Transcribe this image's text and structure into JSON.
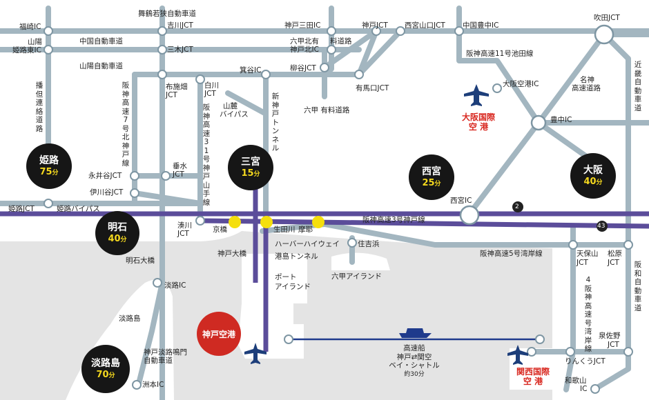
{
  "colors": {
    "road": "#a3b6c0",
    "expressway": "#5b4d9a",
    "sea": "#e4e4e4",
    "ferry": "#1e3a8c",
    "airport_red": "#d8261e",
    "city_bg": "#161616",
    "city_time": "#f4d81e",
    "kobe_airport_bg": "#cf2a22",
    "station_yellow": "#f5df0d"
  },
  "icons": [
    "airplane-icon",
    "ship-icon",
    "route-shield-icon"
  ],
  "labels": {
    "fukusaki_ic": "福崎IC",
    "maizuru_road": "舞鶴若狭自動車道",
    "yokawa_jct": "吉川JCT",
    "sanda_ic": "神戸三田IC",
    "kobe_jct": "神戸JCT",
    "nishinomiya_yamaguchi_jct": "西宮山口JCT",
    "chugoku_toyonaka_ic": "中国豊中IC",
    "suita_jct": "吹田JCT",
    "sanyo_himeji_east_a": "山陽",
    "sanyo_himeji_east_b": "姫路東IC",
    "chugoku_expwy": "中国自動車道",
    "rokko_north_a": "六甲北有",
    "rokko_north_b": "神戸北IC",
    "toll_road": "料道路",
    "miki_jct": "三木JCT",
    "sanyo_expwy": "山陽自動車道",
    "hanshin_11": "阪神高速11号池田線",
    "minoya_ic": "箕谷IC",
    "yanagitani_jct": "柳谷JCT",
    "arimaguchi_jct": "有馬口JCT",
    "osaka_airport_ic": "大阪空港IC",
    "nunobiki_a": "布施畑",
    "nunobiki_b": "JCT",
    "shirakawa_a": "白川",
    "shirakawa_b": "JCT",
    "rokko_toll": "六甲 有料道路",
    "sanroku_a": "山麓",
    "sanroku_b": "バイパス",
    "meishin_a": "名神",
    "meishin_b": "高速道路",
    "toyonaka_ic": "豊中IC",
    "nagaitani_jct": "永井谷JCT",
    "tarumi_a": "垂水",
    "tarumi_b": "JCT",
    "ikawadani_jct": "伊川谷JCT",
    "nishinomiya_ic": "西宮IC",
    "himeji_jct": "姫路JCT",
    "himeji_bypass": "姫路バイパス",
    "hanshin_3": "阪神高速3号神戸線",
    "minatogawa_a": "湊川",
    "minatogawa_b": "JCT",
    "kyobashi": "京橋",
    "ikuta": "生田川",
    "maya": "摩耶",
    "harbor_hwy_a": "ハーバーハイウェイ",
    "harbor_hwy_b": "港島トンネル",
    "sumiyoshihama": "住吉浜",
    "hanshin_5": "阪神高速5号湾岸線",
    "kobe_ohashi": "神戸大橋",
    "akashi_bridge": "明石大橋",
    "port_island_a": "ポート",
    "port_island_b": "アイランド",
    "rokko_island": "六甲アイランド",
    "tenpozan_a": "天保山",
    "tenpozan_b": "JCT",
    "matsubara_a": "松原",
    "matsubara_b": "JCT",
    "awaji_ic": "淡路IC",
    "awajishima": "淡路島",
    "kobe_awaji_a": "神戸淡路鳴門",
    "kobe_awaji_b": "自動車道",
    "sumoto_ic": "洲本IC",
    "izumisano_a": "泉佐野",
    "izumisano_b": "JCT",
    "rinku_jct": "りんくうJCT",
    "wakayama_a": "和歌山",
    "wakayama_b": "IC",
    "route_2": "2",
    "route_43": "43"
  },
  "vertical_labels": {
    "banshin": "播但連絡道路",
    "hanshin_7": "阪神高速7号北神戸線",
    "hanshin_31": "阪神高速31号神戸山手線",
    "shinkobe_tunnel": "新神戸トンネル",
    "kinki": "近畿自動車道",
    "hanshin_4": "4阪神高速号湾岸線",
    "hanwa": "阪和自動車道"
  },
  "airports": {
    "itami": {
      "line1": "大阪国際",
      "line2": "空 港"
    },
    "kansai": {
      "line1": "関西国際",
      "line2": "空 港"
    },
    "kobe": "神戸空港"
  },
  "cities": [
    {
      "name": "姫路",
      "minutes": "75",
      "unit": "分"
    },
    {
      "name": "明石",
      "minutes": "40",
      "unit": "分"
    },
    {
      "name": "三宮",
      "minutes": "15",
      "unit": "分"
    },
    {
      "name": "西宮",
      "minutes": "25",
      "unit": "分"
    },
    {
      "name": "大阪",
      "minutes": "40",
      "unit": "分"
    },
    {
      "name": "淡路島",
      "minutes": "70",
      "unit": "分"
    }
  ],
  "ferry": {
    "line1": "高速船",
    "line2": "神戸⇄関空",
    "line3": "ベイ・シャトル",
    "time": "約30分"
  }
}
